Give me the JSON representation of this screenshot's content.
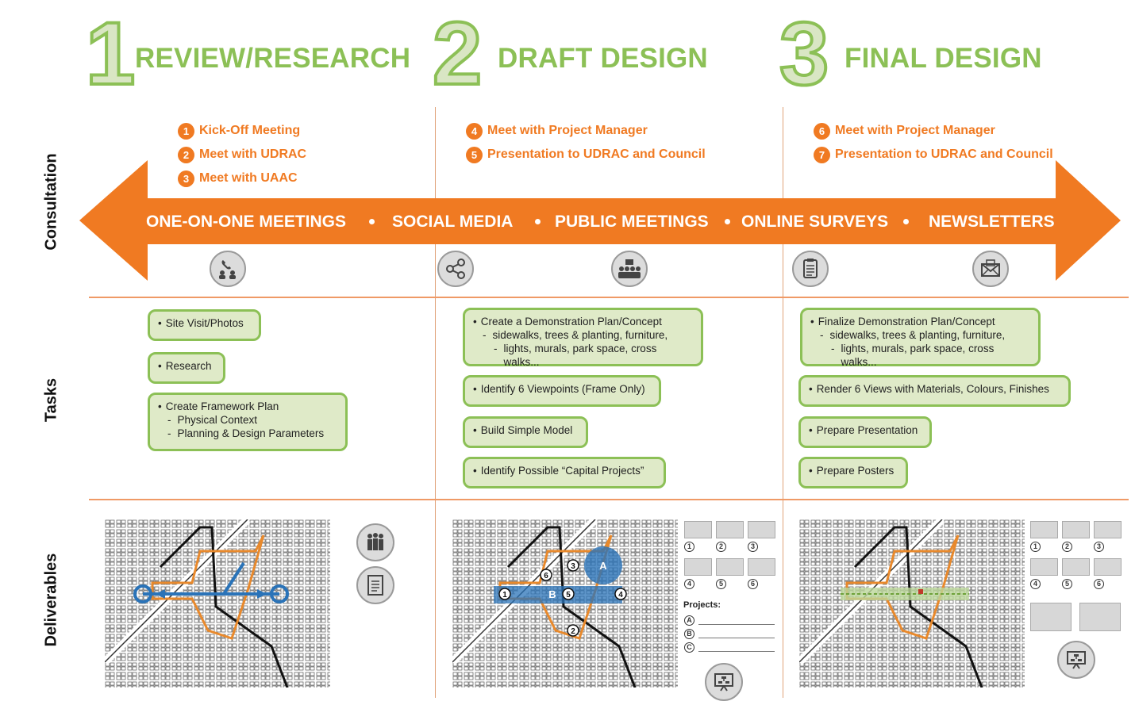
{
  "phases": [
    {
      "num": "1",
      "title": "REVIEW/RESEARCH"
    },
    {
      "num": "2",
      "title": "DRAFT DESIGN"
    },
    {
      "num": "3",
      "title": "FINAL DESIGN"
    }
  ],
  "sections": {
    "consultation": "Consultation",
    "tasks": "Tasks",
    "deliverables": "Deliverables"
  },
  "consultation": {
    "phase1": [
      {
        "n": "1",
        "label": "Kick-Off Meeting"
      },
      {
        "n": "2",
        "label": "Meet with UDRAC"
      },
      {
        "n": "3",
        "label": "Meet with UAAC"
      }
    ],
    "phase2": [
      {
        "n": "4",
        "label": "Meet with Project Manager"
      },
      {
        "n": "5",
        "label": "Presentation to UDRAC and Council"
      }
    ],
    "phase3": [
      {
        "n": "6",
        "label": "Meet with Project Manager"
      },
      {
        "n": "7",
        "label": "Presentation to UDRAC and Council"
      }
    ]
  },
  "arrow": {
    "channels": [
      "ONE-ON-ONE MEETINGS",
      "SOCIAL MEDIA",
      "PUBLIC MEETINGS",
      "ONLINE SURVEYS",
      "NEWSLETTERS"
    ],
    "icons": [
      "phone-meeting-icon",
      "share-icon",
      "public-meeting-icon",
      "survey-clipboard-icon",
      "newsletter-envelope-icon"
    ]
  },
  "tasks": {
    "phase1": {
      "site": "Site Visit/Photos",
      "research": "Research",
      "framework": "Create Framework Plan",
      "framework_sub1": "Physical Context",
      "framework_sub2": "Planning & Design Parameters"
    },
    "phase2": {
      "demo": "Create a Demonstration Plan/Concept",
      "demo_sub1": "sidewalks, trees & planting, furniture,",
      "demo_sub2": "lights, murals, park space, cross walks...",
      "viewpoints": "Identify 6 Viewpoints (Frame Only)",
      "model": "Build Simple Model",
      "capital": "Identify Possible “Capital Projects”"
    },
    "phase3": {
      "finalize": "Finalize Demonstration Plan/Concept",
      "finalize_sub1": "sidewalks, trees & planting, furniture,",
      "finalize_sub2": "lights, murals, park space, cross walks...",
      "render": "Render 6 Views with Materials, Colours, Finishes",
      "presentation": "Prepare Presentation",
      "posters": "Prepare Posters"
    }
  },
  "deliverables": {
    "view_numbers": [
      "1",
      "2",
      "3",
      "4",
      "5",
      "6"
    ],
    "projects_label": "Projects:",
    "project_letters": [
      "A",
      "B",
      "C"
    ],
    "map2_labels": {
      "a": "A",
      "b": "B",
      "n1": "1",
      "n2": "2",
      "n3": "3",
      "n4": "4",
      "n5": "5",
      "n6": "6"
    }
  },
  "colors": {
    "orange": "#f07a22",
    "green": "#8cc056",
    "light_green": "#dfeac8",
    "blue": "#2a73b8"
  }
}
